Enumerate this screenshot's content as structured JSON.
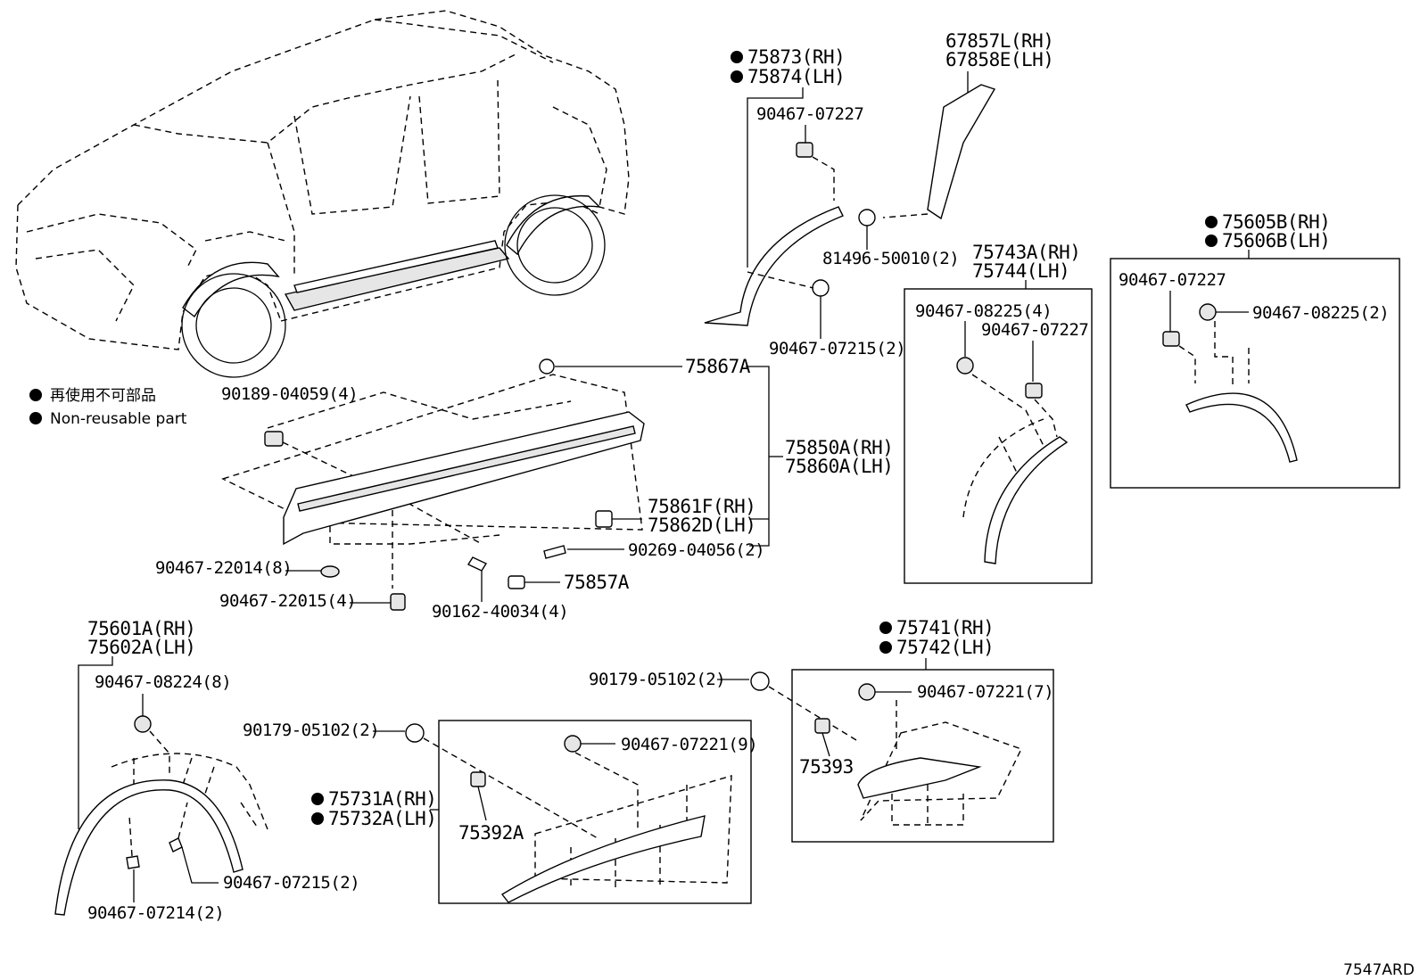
{
  "legend": {
    "items": [
      "再使用不可部品",
      "Non-reusable part"
    ]
  },
  "footer": {
    "code": "7547ARD"
  },
  "labels": {
    "p75873": "75873(RH)",
    "p75874": "75874(LH)",
    "p67857": "67857L(RH)",
    "p67858": "67858E(LH)",
    "c9046707227a": "90467-07227",
    "c8149650010": "81496-50010(2)",
    "c9046707215a": "90467-07215(2)",
    "p75605": "75605B(RH)",
    "p75606": "75606B(LH)",
    "p75743": "75743A(RH)",
    "p75744": "75744(LH)",
    "c9046707227b": "90467-07227",
    "c9046708225b": "90467-08225(2)",
    "c9046708225a": "90467-08225(4)",
    "c9046707227c": "90467-07227",
    "p75867": "75867A",
    "c9018904059": "90189-04059(4)",
    "p75850": "75850A(RH)",
    "p75860": "75860A(LH)",
    "p75861": "75861F(RH)",
    "p75862": "75862D(LH)",
    "c9026904056": "90269-04056(2)",
    "c9046722014": "90467-22014(8)",
    "p75857": "75857A",
    "c9046722015": "90467-22015(4)",
    "c9016240034": "90162-40034(4)",
    "p75601": "75601A(RH)",
    "p75602": "75602A(LH)",
    "c9046708224": "90467-08224(8)",
    "p75741": "75741(RH)",
    "p75742": "75742(LH)",
    "c9017905102a": "90179-05102(2)",
    "c9046707221a": "90467-07221(7)",
    "c9017905102b": "90179-05102(2)",
    "c9046707221b": "90467-07221(9)",
    "p75393": "75393",
    "p75731": "75731A(RH)",
    "p75732": "75732A(LH)",
    "p75392": "75392A",
    "c9046707215b": "90467-07215(2)",
    "c9046707214": "90467-07214(2)"
  }
}
